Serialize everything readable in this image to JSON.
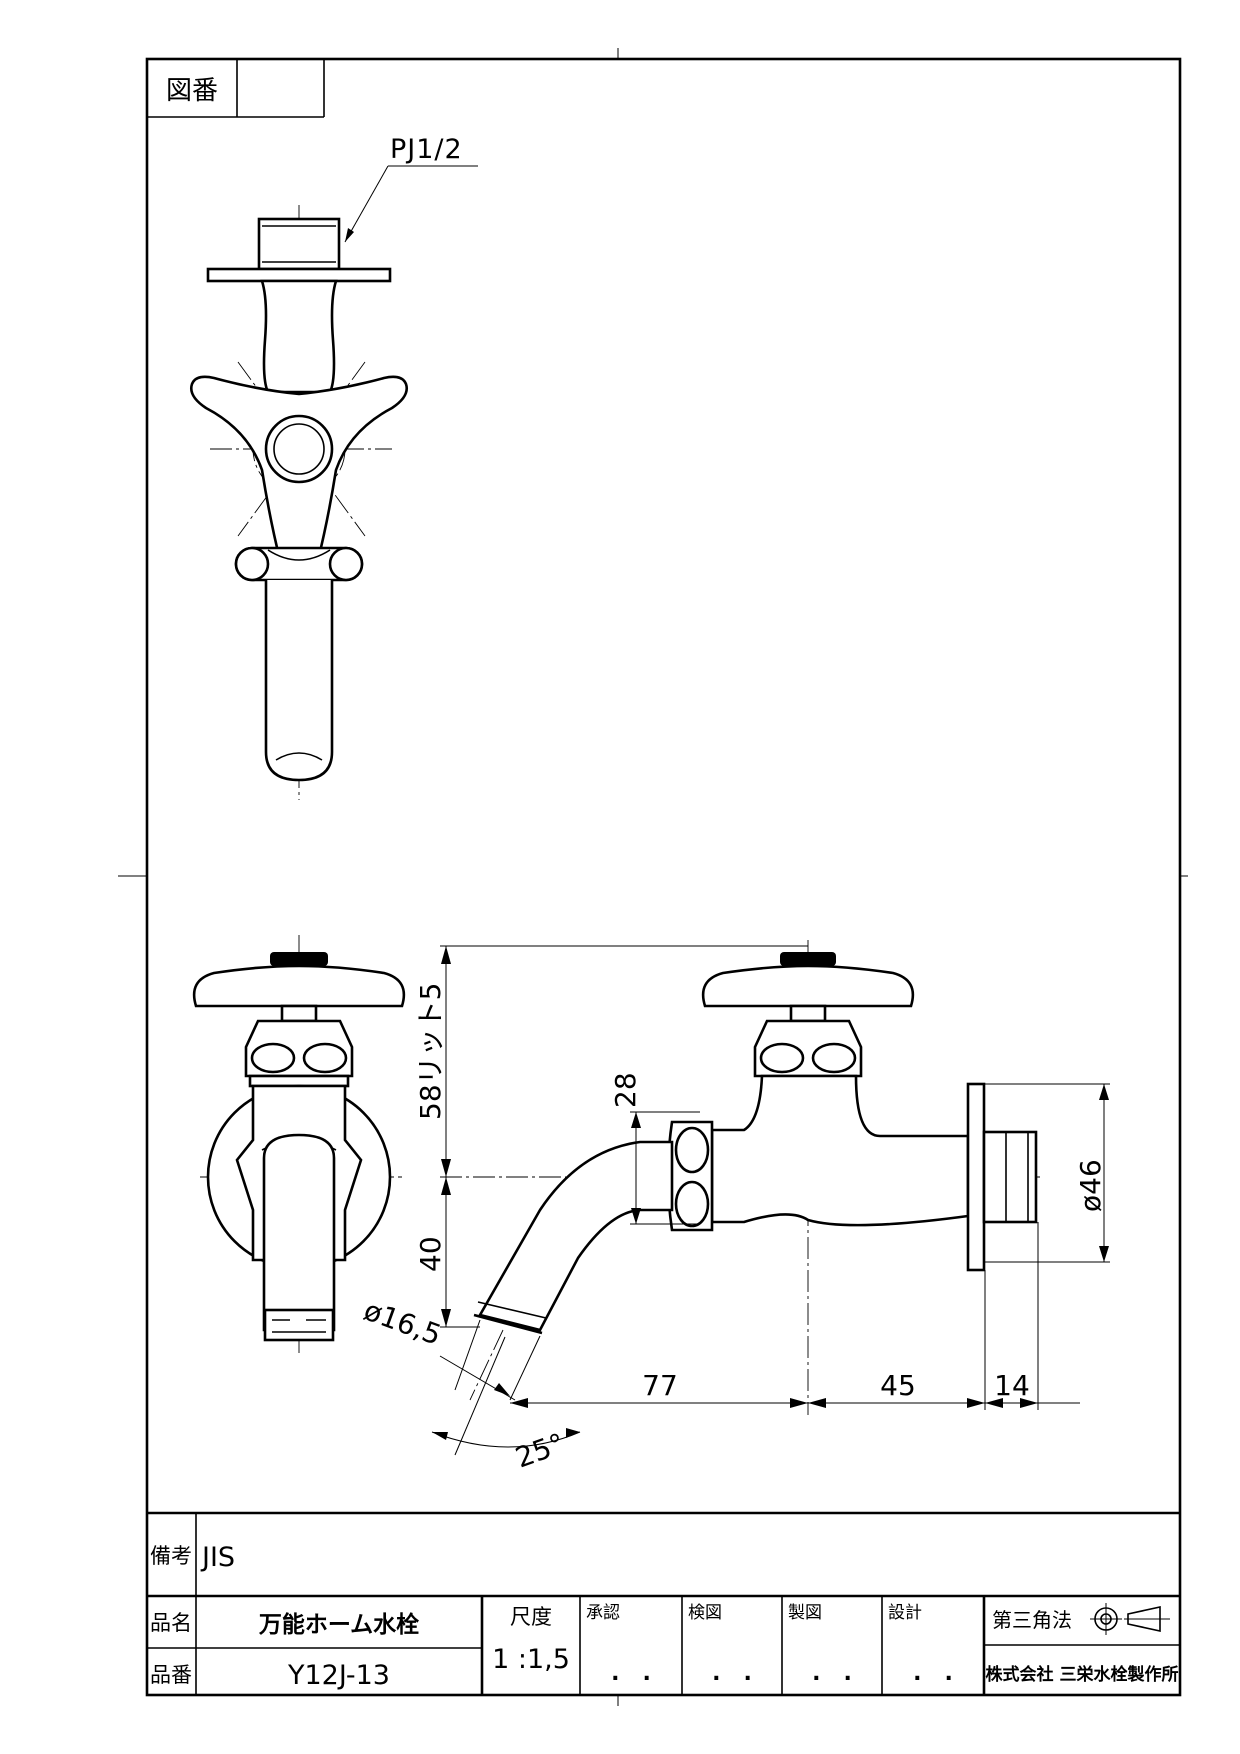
{
  "title_block": {
    "drawing_number_label": "図番",
    "drawing_number_value": "",
    "remarks_label": "備考",
    "remarks_value": "JIS",
    "product_name_label": "品名",
    "product_name_value": "万能ホーム水栓",
    "product_number_label": "品番",
    "product_number_value": "Y12J-13",
    "scale_label": "尺度",
    "scale_value": "1 :1,5",
    "approval_label": "承認",
    "check_label": "検図",
    "drafting_label": "製図",
    "design_label": "設計",
    "approval_date": ".   .",
    "check_date": ".   .",
    "drafting_date": ".   .",
    "design_date": ".   .",
    "projection_label": "第三角法",
    "company_name": "株式会社 三栄水栓製作所"
  },
  "dimensions": {
    "thread": "PJ1/2",
    "height_upper": "58リット5",
    "height_lower": "40",
    "body_height": "28",
    "spout_dia": "ø16,5",
    "flange_dia": "ø46",
    "len_spout": "77",
    "len_body": "45",
    "len_flange": "14",
    "angle": "25°"
  }
}
